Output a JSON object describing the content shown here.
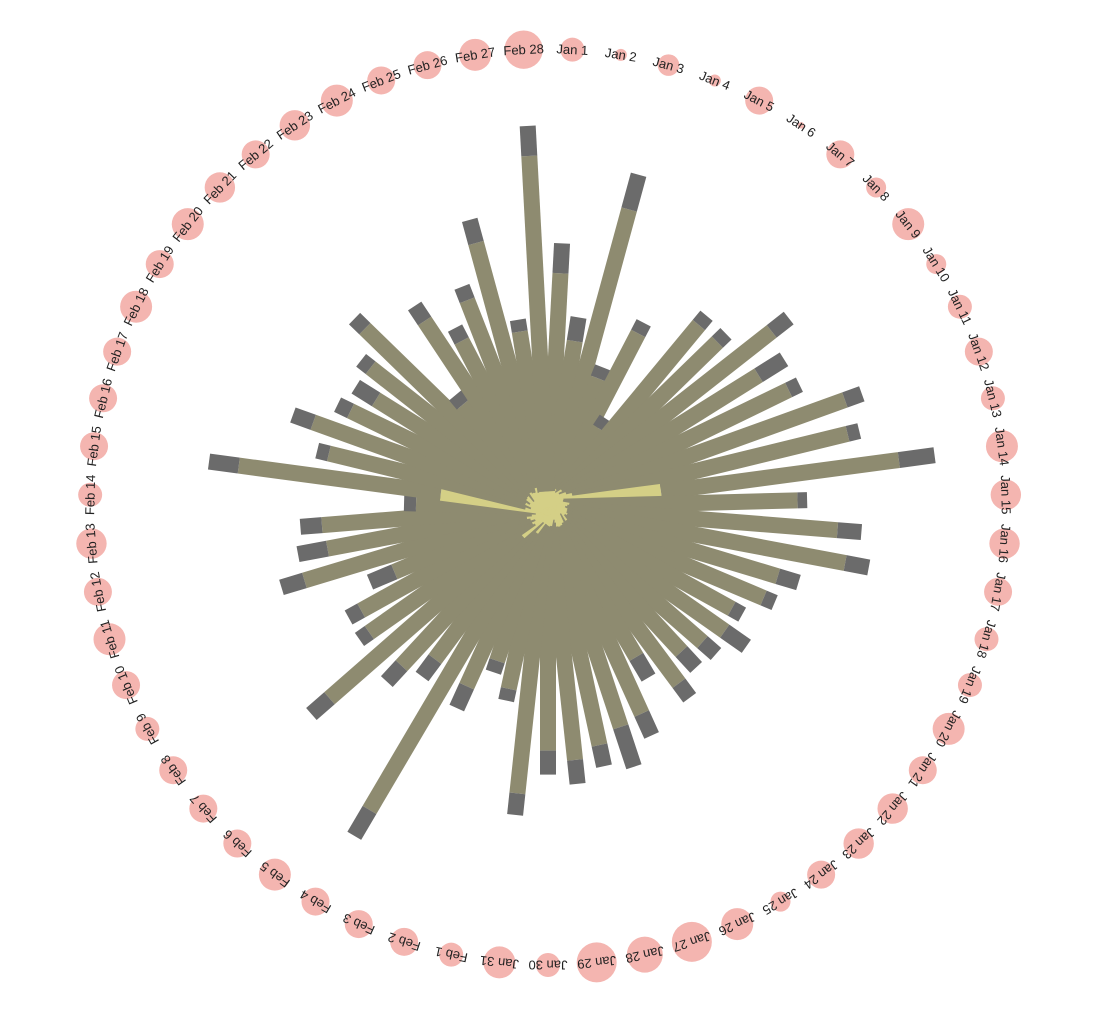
{
  "chart_data": {
    "type": "radial-bar",
    "title": "",
    "categories": [
      "Jan 1",
      "Jan 2",
      "Jan 3",
      "Jan 4",
      "Jan 5",
      "Jan 6",
      "Jan 7",
      "Jan 8",
      "Jan 9",
      "Jan 10",
      "Jan 11",
      "Jan 12",
      "Jan 13",
      "Jan 14",
      "Jan 15",
      "Jan 16",
      "Jan 17",
      "Jan 18",
      "Jan 19",
      "Jan 20",
      "Jan 21",
      "Jan 22",
      "Jan 23",
      "Jan 24",
      "Jan 25",
      "Jan 26",
      "Jan 27",
      "Jan 28",
      "Jan 29",
      "Jan 30",
      "Jan 31",
      "Feb 1",
      "Feb 2",
      "Feb 3",
      "Feb 4",
      "Feb 5",
      "Feb 6",
      "Feb 7",
      "Feb 8",
      "Feb 9",
      "Feb 10",
      "Feb 11",
      "Feb 12",
      "Feb 13",
      "Feb 14",
      "Feb 15",
      "Feb 16",
      "Feb 17",
      "Feb 18",
      "Feb 19",
      "Feb 20",
      "Feb 21",
      "Feb 22",
      "Feb 23",
      "Feb 24",
      "Feb 25",
      "Feb 26",
      "Feb 27",
      "Feb 28"
    ],
    "series": [
      {
        "color": "#d4cf86",
        "values": [
          15,
          10,
          12,
          10,
          13,
          10,
          12,
          15,
          12,
          17,
          13,
          18,
          22,
          95,
          13,
          12,
          17,
          15,
          13,
          15,
          15,
          16,
          14,
          18,
          10,
          17,
          18,
          18,
          17,
          13,
          10,
          15,
          15,
          14,
          13,
          23,
          12,
          32,
          17,
          18,
          14,
          17,
          19,
          14,
          10,
          90,
          18,
          13,
          18,
          14,
          18,
          18,
          11,
          18,
          16,
          15,
          18,
          13,
          13
        ]
      },
      {
        "color": "#8e8b70",
        "values": [
          180,
          130,
          245,
          105,
          150,
          68,
          185,
          182,
          225,
          190,
          210,
          245,
          235,
          200,
          195,
          230,
          235,
          185,
          182,
          160,
          165,
          155,
          150,
          165,
          135,
          172,
          175,
          185,
          195,
          190,
          230,
          140,
          120,
          150,
          280,
          135,
          168,
          210,
          165,
          160,
          125,
          195,
          168,
          175,
          100,
          170,
          170,
          195,
          165,
          155,
          170,
          195,
          100,
          168,
          140,
          170,
          210,
          135,
          280
        ]
      },
      {
        "color": "#6b6b6b",
        "values": [
          25,
          20,
          30,
          10,
          10,
          10,
          10,
          10,
          18,
          25,
          10,
          15,
          10,
          30,
          8,
          20,
          20,
          18,
          10,
          10,
          22,
          15,
          18,
          15,
          20,
          20,
          35,
          18,
          20,
          20,
          18,
          10,
          10,
          20,
          25,
          18,
          18,
          20,
          10,
          12,
          22,
          20,
          25,
          18,
          10,
          25,
          10,
          18,
          12,
          20,
          10,
          12,
          10,
          15,
          12,
          12,
          20,
          10,
          25
        ]
      }
    ],
    "bubbles": {
      "color": "#f4b5b0",
      "values": [
        30,
        15,
        27,
        15,
        35,
        8,
        35,
        25,
        40,
        25,
        30,
        35,
        30,
        40,
        38,
        38,
        35,
        30,
        30,
        40,
        35,
        38,
        38,
        35,
        25,
        40,
        50,
        45,
        50,
        30,
        40,
        30,
        35,
        35,
        35,
        40,
        35,
        35,
        35,
        30,
        35,
        40,
        35,
        38,
        30,
        35,
        35,
        35,
        40,
        35,
        40,
        38,
        35,
        38,
        40,
        35,
        35,
        40,
        48
      ]
    }
  }
}
